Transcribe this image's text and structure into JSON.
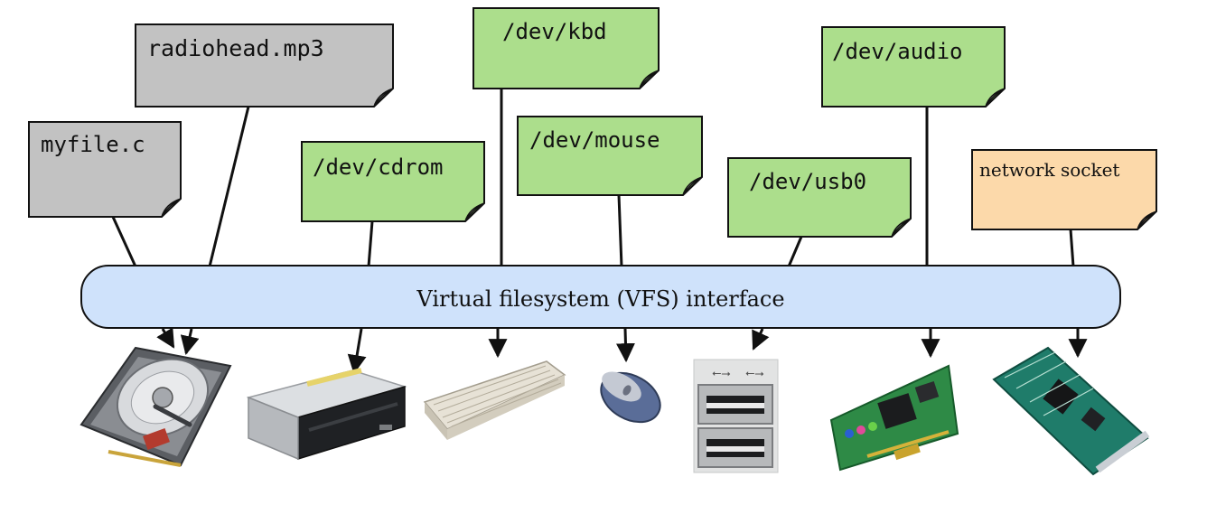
{
  "vfs_label": "Virtual filesystem (VFS) interface",
  "colors": {
    "file_note": "#c2c2c2",
    "device_note": "#acde8c",
    "socket_note": "#fcd9aa",
    "vfs_box": "#cfe2fb",
    "line": "#111111"
  },
  "notes": [
    {
      "id": "myfile",
      "label": "myfile.c",
      "kind": "file"
    },
    {
      "id": "radiohead",
      "label": "radiohead.mp3",
      "kind": "file"
    },
    {
      "id": "cdrom",
      "label": "/dev/cdrom",
      "kind": "device"
    },
    {
      "id": "kbd",
      "label": "/dev/kbd",
      "kind": "device"
    },
    {
      "id": "mouse",
      "label": "/dev/mouse",
      "kind": "device"
    },
    {
      "id": "usb0",
      "label": "/dev/usb0",
      "kind": "device"
    },
    {
      "id": "audio",
      "label": "/dev/audio",
      "kind": "device"
    },
    {
      "id": "socket",
      "label": "network socket",
      "kind": "socket"
    }
  ],
  "devices": [
    {
      "id": "hard-disk",
      "icon": "hard-disk-icon"
    },
    {
      "id": "cd-drive",
      "icon": "cd-drive-icon"
    },
    {
      "id": "keyboard",
      "icon": "keyboard-icon"
    },
    {
      "id": "mouse",
      "icon": "mouse-icon"
    },
    {
      "id": "usb-ports",
      "icon": "usb-port-icon"
    },
    {
      "id": "sound-card",
      "icon": "sound-card-icon"
    },
    {
      "id": "network-card",
      "icon": "network-card-icon"
    }
  ]
}
